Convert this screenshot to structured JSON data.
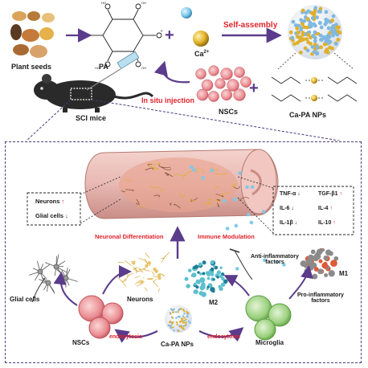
{
  "top": {
    "plant_seeds": "Plant seeds",
    "pa": "PA",
    "ca": "Ca",
    "ca_sup": "2+",
    "self_assembly": "Self-assembly",
    "sci_mice": "SCI mice",
    "in_situ": "In situ injection",
    "nscs": "NSCs",
    "ca_pa_nps": "Ca-PA NPs"
  },
  "left_box": {
    "neurons": "Neurons",
    "glial": "Glial cells",
    "up": "↑",
    "down": "↓"
  },
  "right_box": {
    "tnf": "TNF-α",
    "il6": "IL-6",
    "il1b": "IL-1β",
    "tgf": "TGF-β1",
    "il4": "IL-4",
    "il10": "IL-10",
    "up": "↑",
    "down": "↓"
  },
  "bottom": {
    "neuronal_diff": "Neuronal Differentiation",
    "immune_mod": "Immune Modulation",
    "anti_inflam": "Anti-inflammatory factors",
    "anti_l1": "Anti-inflammatory",
    "anti_l2": "factors",
    "m1": "M1",
    "m2": "M2",
    "pro_l1": "Pro-inflammatory",
    "pro_l2": "factors",
    "glial_cells": "Glial cells",
    "neurons": "Neurons",
    "nscs": "NSCs",
    "endocytosis": "endocytosis",
    "ca_pa_nps": "Ca-PA NPs",
    "microglia": "Microglia"
  },
  "colors": {
    "red": "#e0242b",
    "purple": "#5b3b8c",
    "dash": "#4a3a7a",
    "cord": "#e8b9b3",
    "cord_dark": "#c98d86",
    "nsc": "#e8888c",
    "microglia": "#9bd07e",
    "m2": "#3aa8b8",
    "m1": "#888888"
  }
}
